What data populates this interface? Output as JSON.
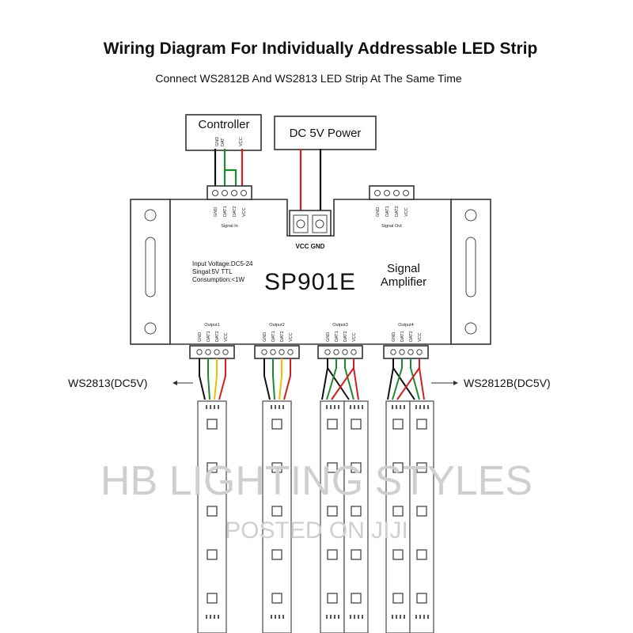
{
  "title": "Wiring Diagram For Individually Addressable LED Strip",
  "subtitle": "Connect WS2812B And WS2813 LED Strip At The Same Time",
  "controller": {
    "label": "Controller",
    "pins": [
      "GND",
      "DAT",
      "VCC"
    ]
  },
  "power": {
    "label": "DC 5V Power",
    "terminal_label": "VCC GND"
  },
  "device": {
    "model": "SP901E",
    "name_line1": "Signal",
    "name_line2": "Amplifier",
    "spec_input": "Input Voltage:DC5-24",
    "spec_signal": "Singal:5V TTL",
    "spec_consumption": "Consumption:<1W",
    "signal_in_label": "Signal In",
    "signal_out_label": "Signal Out",
    "port_pins": [
      "GND",
      "DAT1",
      "DAT2",
      "VCC"
    ],
    "outputs": [
      "Output1",
      "Output2",
      "Output3",
      "Output4"
    ]
  },
  "left_strip_label": "WS2813(DC5V)",
  "right_strip_label": "WS2812B(DC5V)",
  "watermark": {
    "line1": "HB LIGHTING STYLES",
    "line2": "POSTED ON JIJI"
  },
  "colors": {
    "wire_red": "#d11f1f",
    "wire_green": "#1e8a2e",
    "wire_black": "#111111",
    "wire_yellow": "#e2c400"
  }
}
